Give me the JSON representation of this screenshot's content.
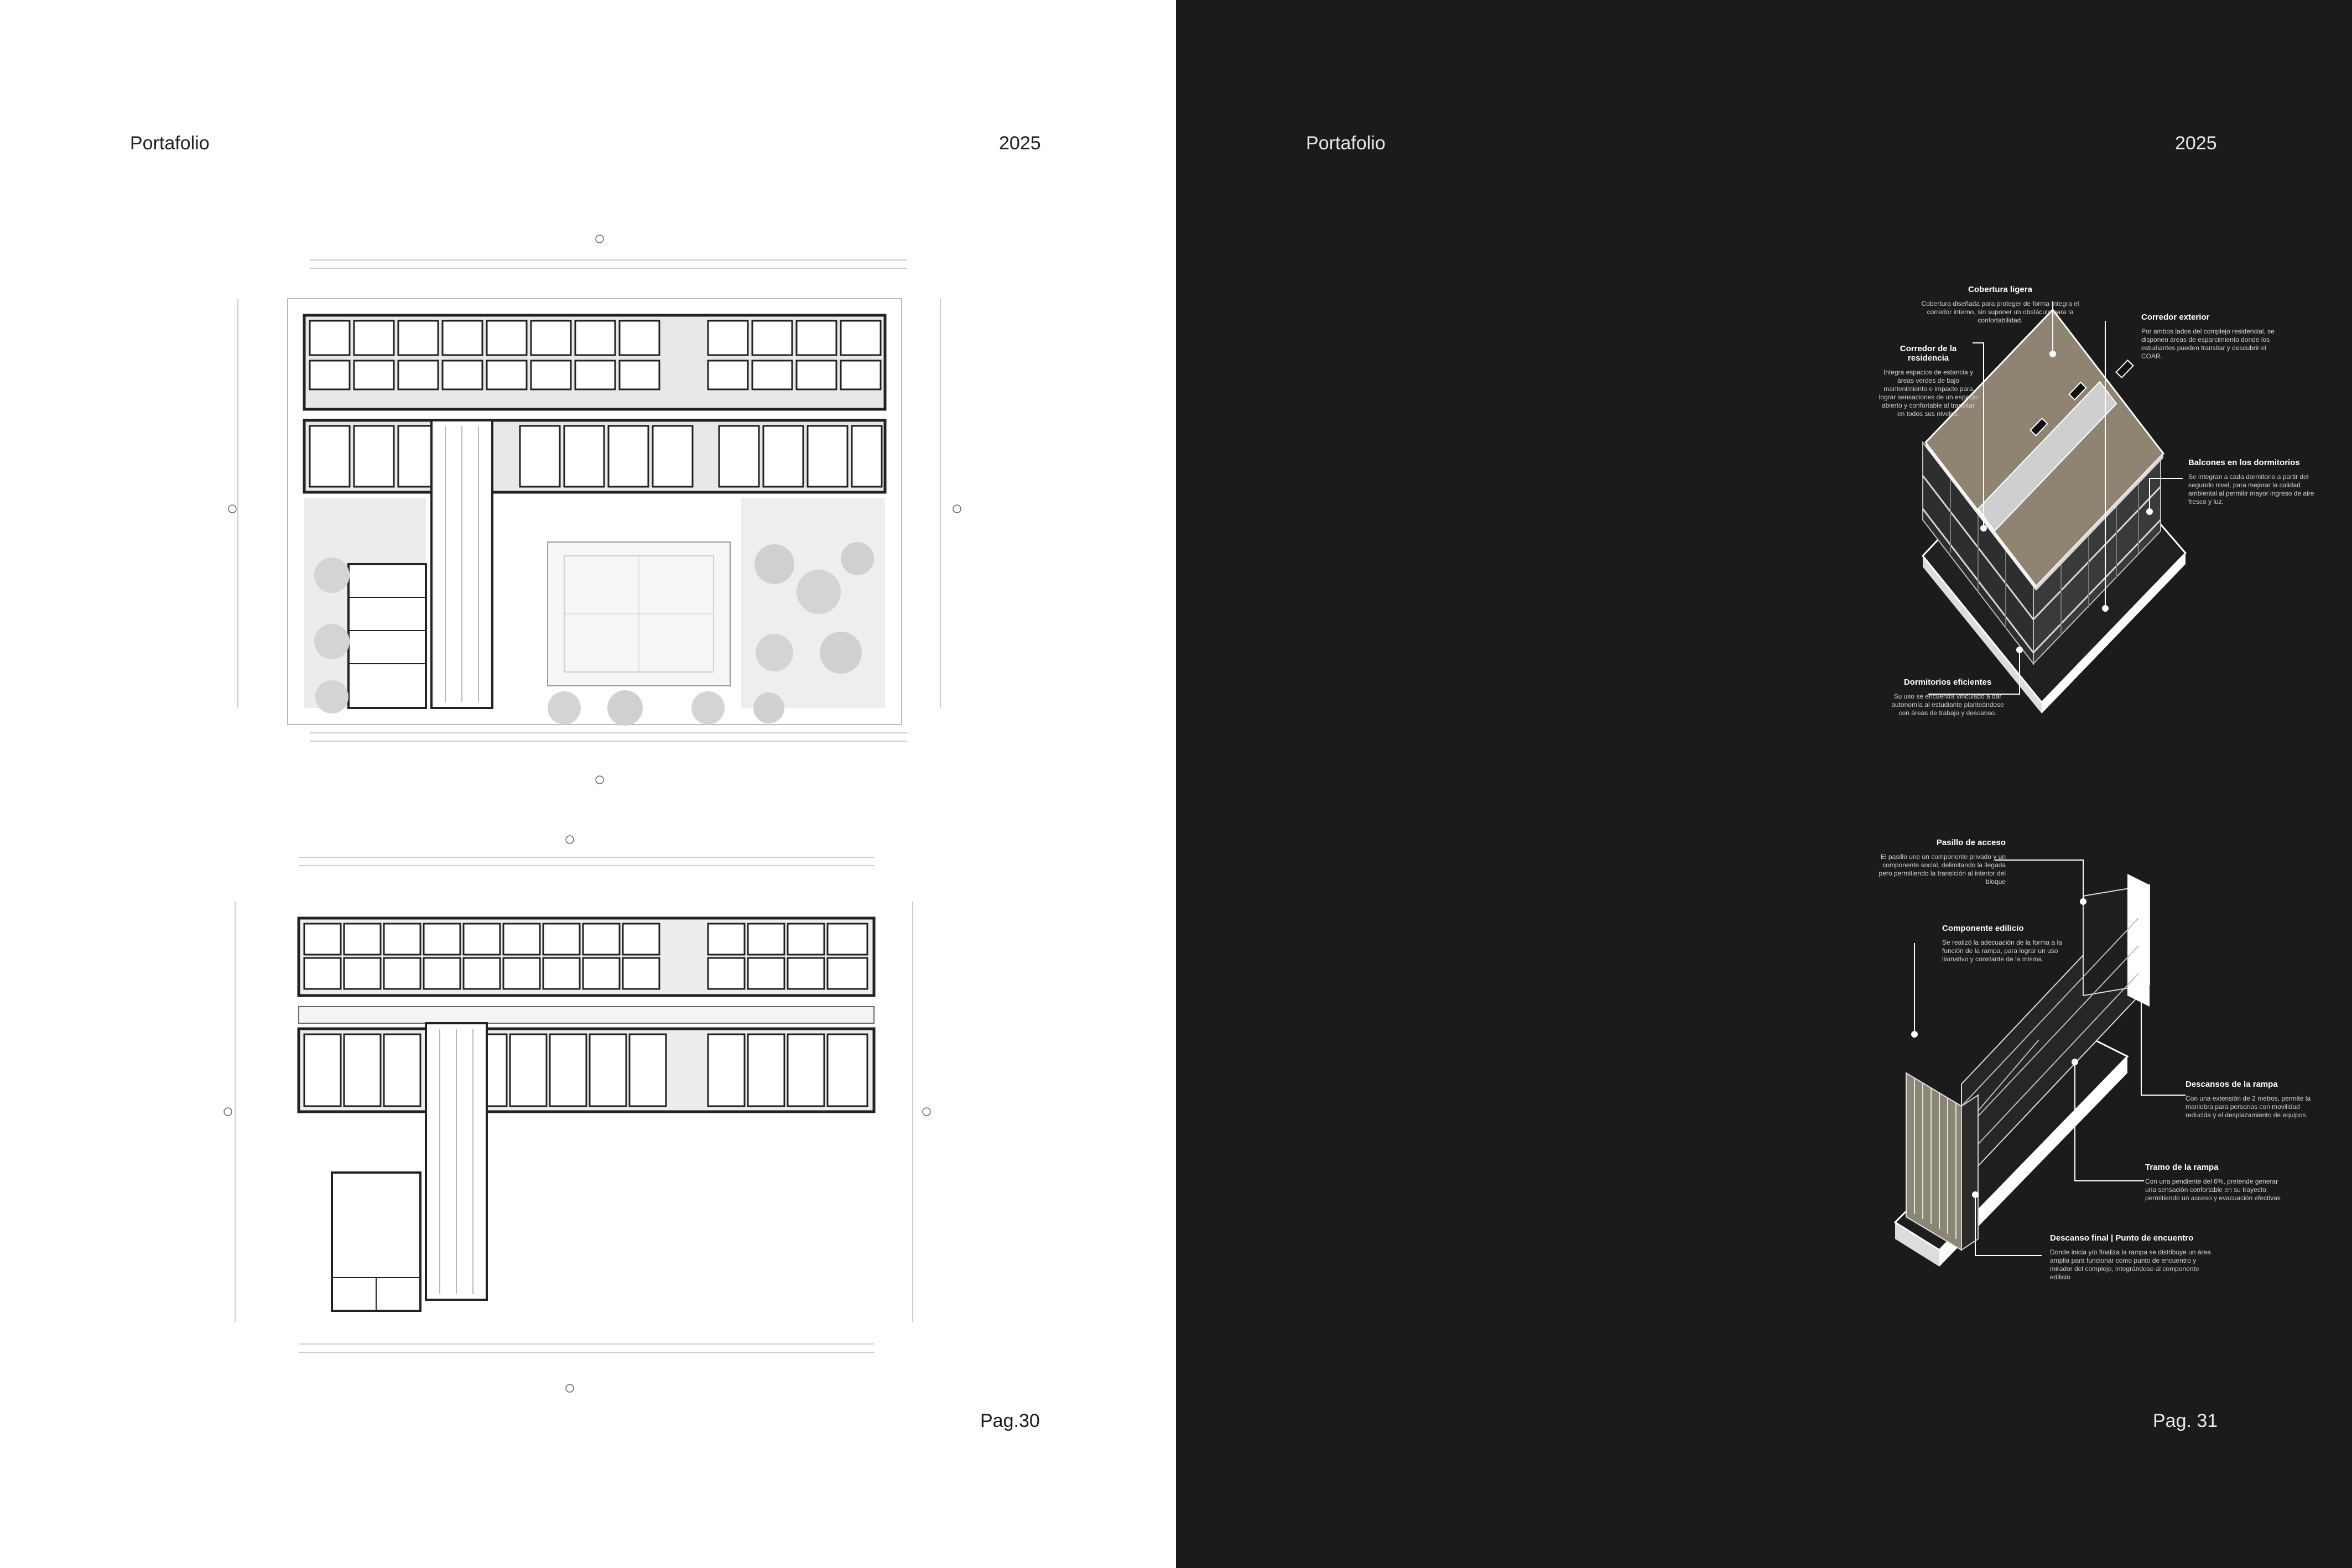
{
  "left_page": {
    "header_title": "Portafolio",
    "header_year": "2025",
    "page_number": "Pag.30"
  },
  "right_page": {
    "header_title": "Portafolio",
    "header_year": "2025",
    "page_number": "Pag. 31",
    "top_axonometric": {
      "callouts": [
        {
          "title": "Cobertura ligera",
          "body": "Cobertura diseñada para proteger de forma íntegra el corredor interno, sin suponer un obstáculo para la confortabilidad."
        },
        {
          "title": "Corredor exterior",
          "body": "Por ambos lados del complejo residencial, se disponen áreas de esparcimiento donde los estudiantes pueden transitar y descubrir el COAR."
        },
        {
          "title": "Corredor de la residencia",
          "body": "Integra espacios de estancia y áreas verdes de bajo mantenimiento e impacto para lograr sensaciones de un espacio abierto y confortable al transitar en todos sus niveles."
        },
        {
          "title": "Balcones en los dormitorios",
          "body": "Se integran a cada dormitorio a partir del segundo nivel, para mejorar la calidad ambiental al permitir mayor ingreso de aire fresco y luz."
        },
        {
          "title": "Dormitorios eficientes",
          "body": "Su uso se encuentra vinculado a dar autonomía al estudiante planteándose con áreas de trabajo y descanso."
        }
      ]
    },
    "bottom_axonometric": {
      "callouts": [
        {
          "title": "Pasillo de acceso",
          "body": "El pasillo une un componente privado y un componente social, delimitando la llegada pero permitiendo la transición al interior del bloque"
        },
        {
          "title": "Componente edilicio",
          "body": "Se realizó la adecuación de la forma a la función de la rampa, para lograr un uso llamativo y constante de la misma."
        },
        {
          "title": "Descansos de la rampa",
          "body": "Con una extensión de 2 metros, permite la maniobra para personas con movilidad reducida y el desplazamiento de equipos."
        },
        {
          "title": "Tramo de la rampa",
          "body": "Con una pendiente del 6%, pretende generar una sensación confortable en su trayecto, permitiendo un acceso y evacuación efectivas"
        },
        {
          "title": "Descanso final | Punto de encuentro",
          "body": "Donde inicia y/o finaliza la rampa se distribuye un área amplia para funcionar como punto de encuentro y mirador del complejo, integrándose al componente edilicio"
        }
      ]
    }
  },
  "colors": {
    "left_bg": "#ffffff",
    "right_bg": "#1b1b1c",
    "roof": "#8e8471",
    "plan_line": "#222222",
    "plan_fill": "#e6e6e6"
  }
}
